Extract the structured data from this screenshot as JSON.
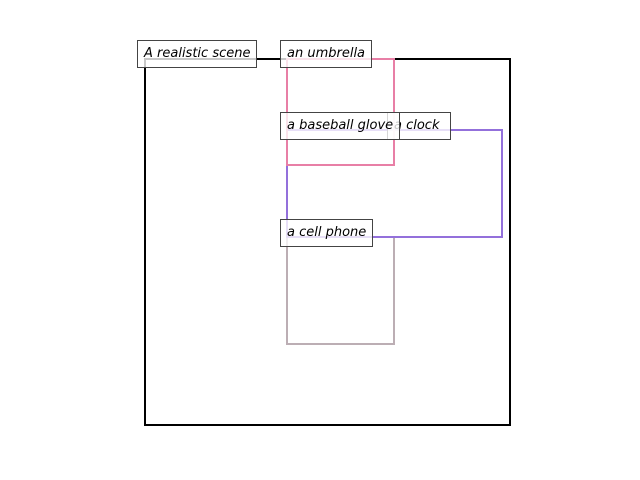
{
  "scene": {
    "title": "A realistic scene",
    "frame_color": "#000000"
  },
  "objects": [
    {
      "id": "umbrella",
      "label": "an umbrella",
      "color": "#e87fa6"
    },
    {
      "id": "baseball-glove",
      "label": "a baseball glove",
      "color": "#e87fa6"
    },
    {
      "id": "clock",
      "label": "a clock",
      "color": "#9370db"
    },
    {
      "id": "cell-phone",
      "label": "a cell phone",
      "color": "#bcaeb4"
    }
  ]
}
